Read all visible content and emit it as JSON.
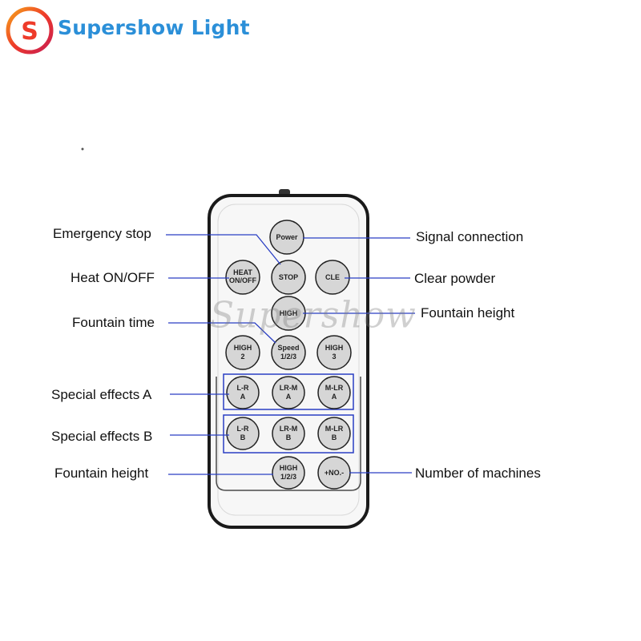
{
  "brand": {
    "name": "Supershow Light",
    "logo_letter": "S"
  },
  "watermark": "Supershow",
  "remote": {
    "buttons": {
      "power": [
        "Power"
      ],
      "stop": [
        "STOP"
      ],
      "heat": [
        "HEAT",
        "ON/OFF"
      ],
      "cle": [
        "CLE"
      ],
      "high_top": [
        "HIGH"
      ],
      "high2": [
        "HIGH",
        "2"
      ],
      "speed": [
        "Speed",
        "1/2/3"
      ],
      "high3": [
        "HIGH",
        "3"
      ],
      "lra": [
        "L-R",
        "A"
      ],
      "lrma": [
        "LR-M",
        "A"
      ],
      "mlra": [
        "M-LR",
        "A"
      ],
      "lrb": [
        "L-R",
        "B"
      ],
      "lrmb": [
        "LR-M",
        "B"
      ],
      "mlrb": [
        "M-LR",
        "B"
      ],
      "high123": [
        "HIGH",
        "1/2/3"
      ],
      "no": [
        "+NO.-"
      ]
    }
  },
  "callouts": {
    "emergency_stop": "Emergency stop",
    "heat_onoff": "Heat ON/OFF",
    "fountain_time": "Fountain time",
    "special_a": "Special effects A",
    "special_b": "Special effects B",
    "fountain_height_left": "Fountain height",
    "signal_connection": "Signal connection",
    "clear_powder": "Clear powder",
    "fountain_height_right": "Fountain height",
    "number_of_machines": "Number of machines"
  },
  "colors": {
    "brand": "#2b8fd8",
    "leader_line": "#2a3fc4",
    "logo_ring": "#ee3b2a"
  }
}
